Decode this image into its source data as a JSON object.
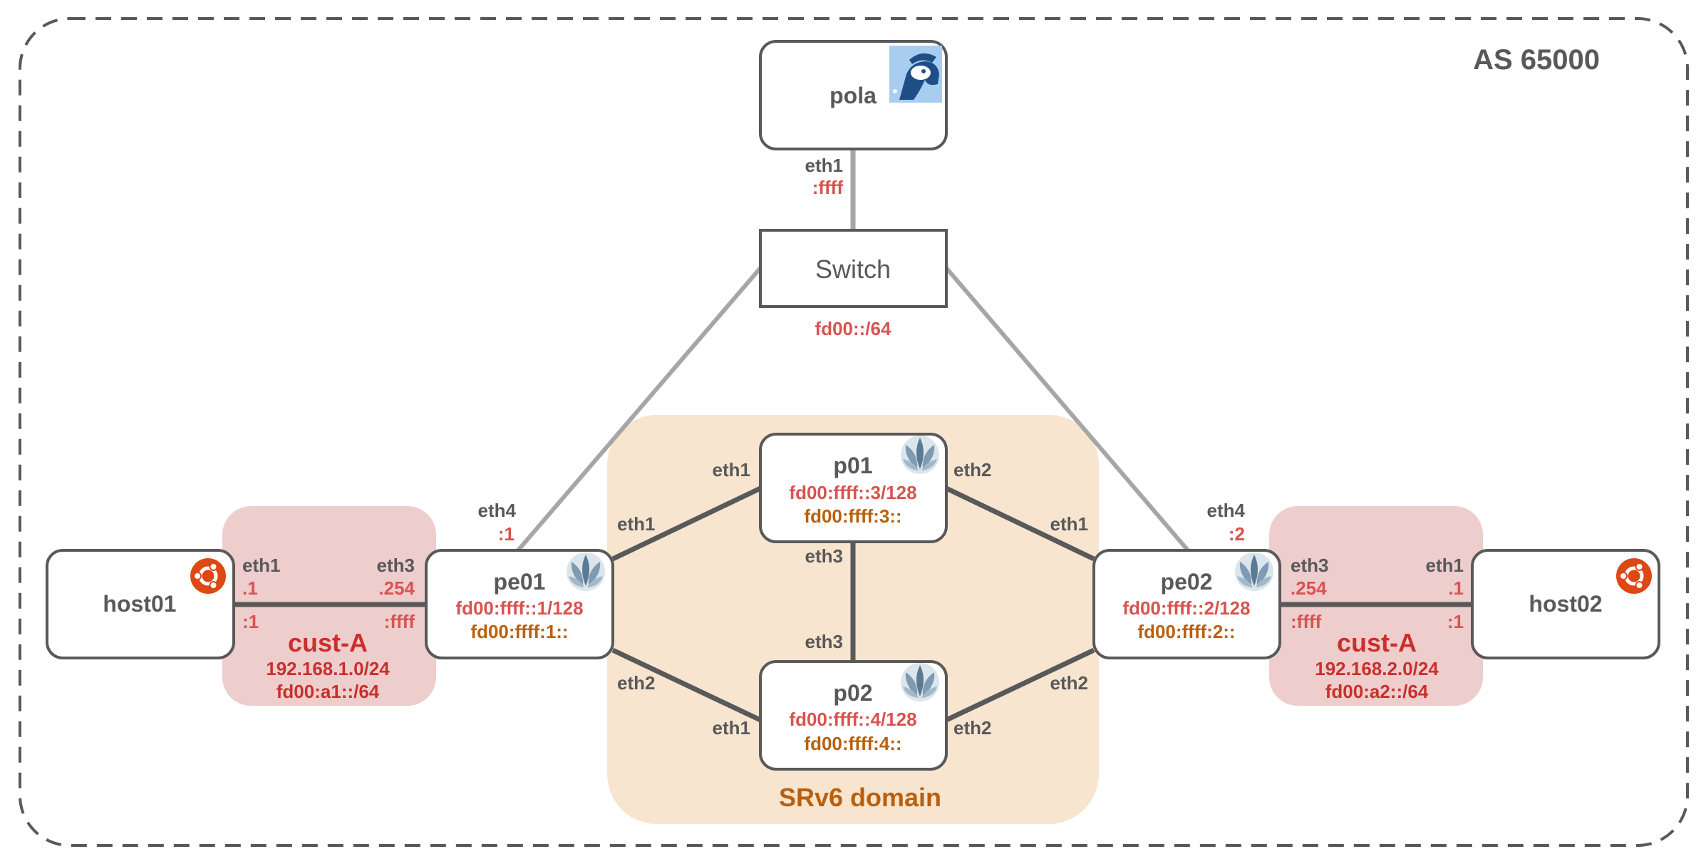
{
  "as_label": "AS 65000",
  "srv6_domain_label": "SRv6 domain",
  "nodes": {
    "pola": {
      "name": "pola",
      "icon": "pola-bear-icon"
    },
    "switch": {
      "name": "Switch",
      "subnet": "fd00::/64"
    },
    "p01": {
      "name": "p01",
      "loopback": "fd00:ffff::3/128",
      "sid": "fd00:ffff:3::",
      "icon": "router-icon"
    },
    "p02": {
      "name": "p02",
      "loopback": "fd00:ffff::4/128",
      "sid": "fd00:ffff:4::",
      "icon": "router-icon"
    },
    "pe01": {
      "name": "pe01",
      "loopback": "fd00:ffff::1/128",
      "sid": "fd00:ffff:1::",
      "icon": "router-icon"
    },
    "pe02": {
      "name": "pe02",
      "loopback": "fd00:ffff::2/128",
      "sid": "fd00:ffff:2::",
      "icon": "router-icon"
    },
    "host01": {
      "name": "host01",
      "icon": "ubuntu-icon"
    },
    "host02": {
      "name": "host02",
      "icon": "ubuntu-icon"
    }
  },
  "customers": {
    "left": {
      "name": "cust-A",
      "ipv4": "192.168.1.0/24",
      "ipv6": "fd00:a1::/64"
    },
    "right": {
      "name": "cust-A",
      "ipv4": "192.168.2.0/24",
      "ipv6": "fd00:a2::/64"
    }
  },
  "interfaces": {
    "pola_eth1": {
      "name": "eth1",
      "addr": ":ffff"
    },
    "pe01_eth4": {
      "name": "eth4",
      "addr": ":1"
    },
    "pe02_eth4": {
      "name": "eth4",
      "addr": ":2"
    },
    "p01_eth1": "eth1",
    "p01_eth2": "eth2",
    "p01_eth3": "eth3",
    "p02_eth1": "eth1",
    "p02_eth2": "eth2",
    "p02_eth3": "eth3",
    "pe01_eth1": "eth1",
    "pe01_eth2": "eth2",
    "pe02_eth1": "eth1",
    "pe02_eth2": "eth2",
    "host01_eth1": {
      "name": "eth1",
      "ipv4": ".1",
      "ipv6": ":1"
    },
    "pe01_eth3": {
      "name": "eth3",
      "ipv4": ".254",
      "ipv6": ":ffff"
    },
    "pe02_eth3": {
      "name": "eth3",
      "ipv4": ".254",
      "ipv6": ":ffff"
    },
    "host02_eth1": {
      "name": "eth1",
      "ipv4": ".1",
      "ipv6": ":1"
    }
  },
  "colors": {
    "node_border": "#595959",
    "link_gray": "#a6a6a6",
    "link_dark": "#595959",
    "srv6_bg": "#f8e5d0",
    "cust_bg": "#eecdcd",
    "addr_red": "#d9534f",
    "sid_orange": "#b9600e",
    "ubuntu_orange": "#dd4814"
  }
}
